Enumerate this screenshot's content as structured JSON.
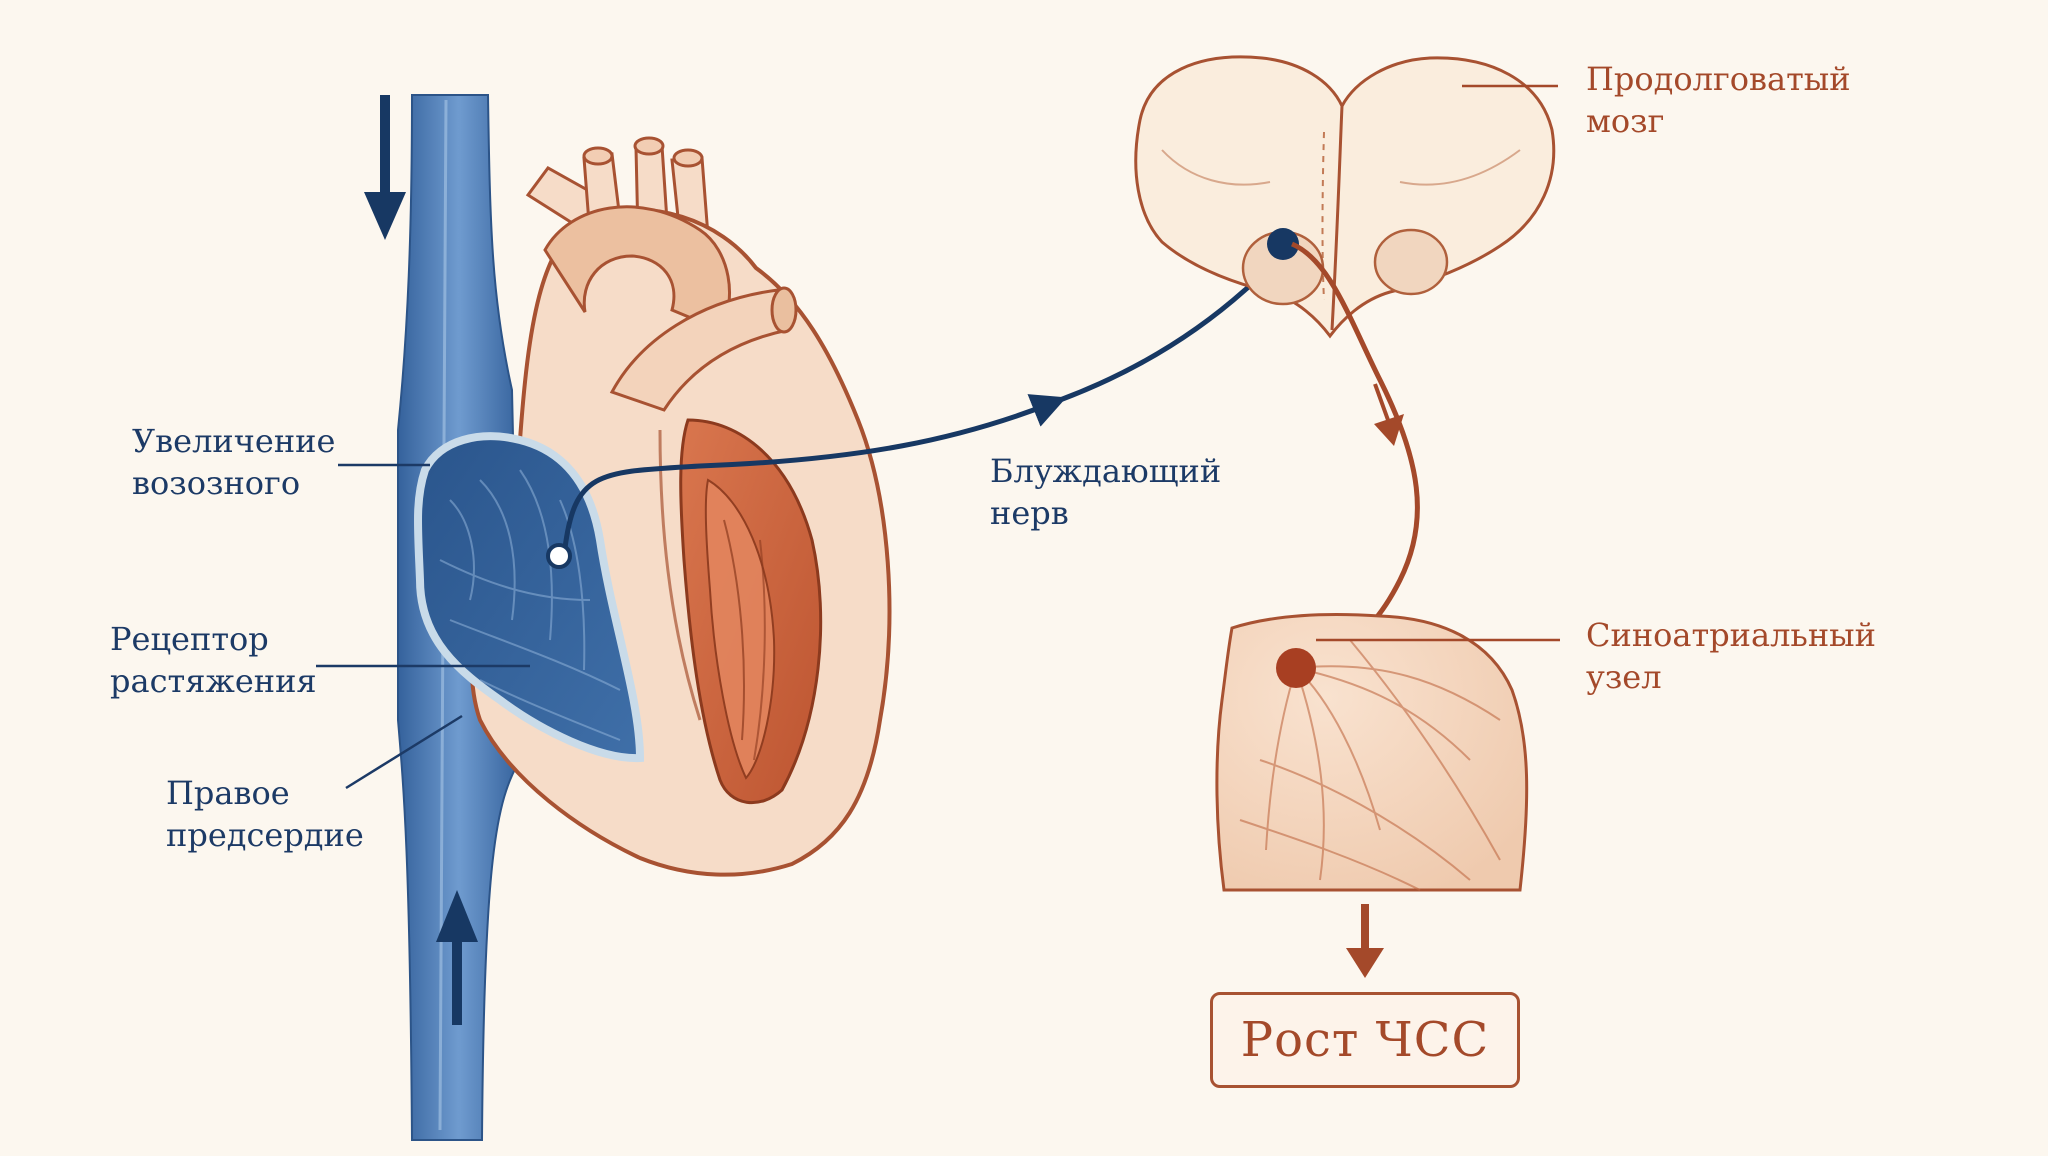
{
  "labels": {
    "venous_return": [
      "Увеличение",
      "возозного"
    ],
    "stretch_receptor": [
      "Рецептор",
      "растяжения"
    ],
    "right_atrium": [
      "Правое",
      "предсердие"
    ],
    "vagus_nerve": [
      "Блуждающий",
      "нерв"
    ],
    "medulla": [
      "Продолговатый",
      "мозг"
    ],
    "sa_node": [
      "Синоатриальный",
      "узел"
    ]
  },
  "result": "Рост ЧСС",
  "colors": {
    "venous_blue": "#3f6fa8",
    "nerve_blue": "#173863",
    "arterial_rust": "#b24d2b",
    "tissue_peach": "#f6dcc8",
    "background": "#fcf7ef"
  }
}
